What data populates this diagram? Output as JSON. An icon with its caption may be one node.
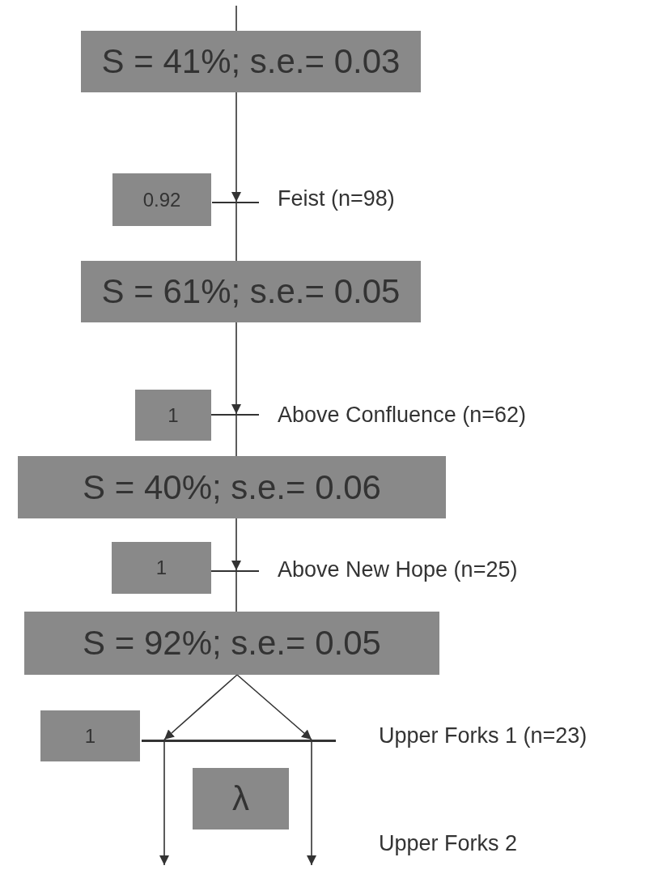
{
  "diagram": {
    "nodes": [
      {
        "text": [
          "S = 41%; s.e.= 0.03"
        ]
      },
      {
        "text": [
          "0.92"
        ]
      },
      {
        "text": [],
        "shape": "bar"
      },
      {
        "text": [
          "S = 61%; s.e.= 0.05"
        ]
      },
      {
        "text": [
          "1"
        ]
      },
      {
        "text": [],
        "shape": "bar"
      },
      {
        "text": [
          "S = 40%; s.e.= 0.06"
        ]
      },
      {
        "text": [
          "1"
        ]
      },
      {
        "text": [],
        "shape": "bar"
      },
      {
        "text": [
          "S = 92%; s.e.= 0.05"
        ]
      },
      {
        "text": [
          "1"
        ]
      },
      {
        "text": [],
        "shape": "bar"
      },
      {
        "text": [
          "λ"
        ]
      }
    ],
    "edges": [
      {
        "from": null,
        "to": 0,
        "arrow": "none"
      },
      {
        "from": 0,
        "to": 2,
        "arrow": "to"
      },
      {
        "from": 2,
        "to": 3,
        "arrow": "none"
      },
      {
        "from": 3,
        "to": 5,
        "arrow": "to"
      },
      {
        "from": 5,
        "to": 6,
        "arrow": "none"
      },
      {
        "from": 6,
        "to": 8,
        "arrow": "to"
      },
      {
        "from": 8,
        "to": 9,
        "arrow": "none"
      },
      {
        "from": 9,
        "to": 11,
        "arrow": "to"
      },
      {
        "from": 9,
        "to": 11,
        "arrow": "to"
      },
      {
        "from": 11,
        "to": null,
        "arrow": "to"
      },
      {
        "from": 11,
        "to": null,
        "arrow": "to"
      }
    ],
    "labels": [
      "Feist (n=98)",
      "Above Confluence (n=62)",
      "Above New Hope (n=25)",
      "Upper Forks 1 (n=23)",
      "Upper Forks 2"
    ]
  }
}
